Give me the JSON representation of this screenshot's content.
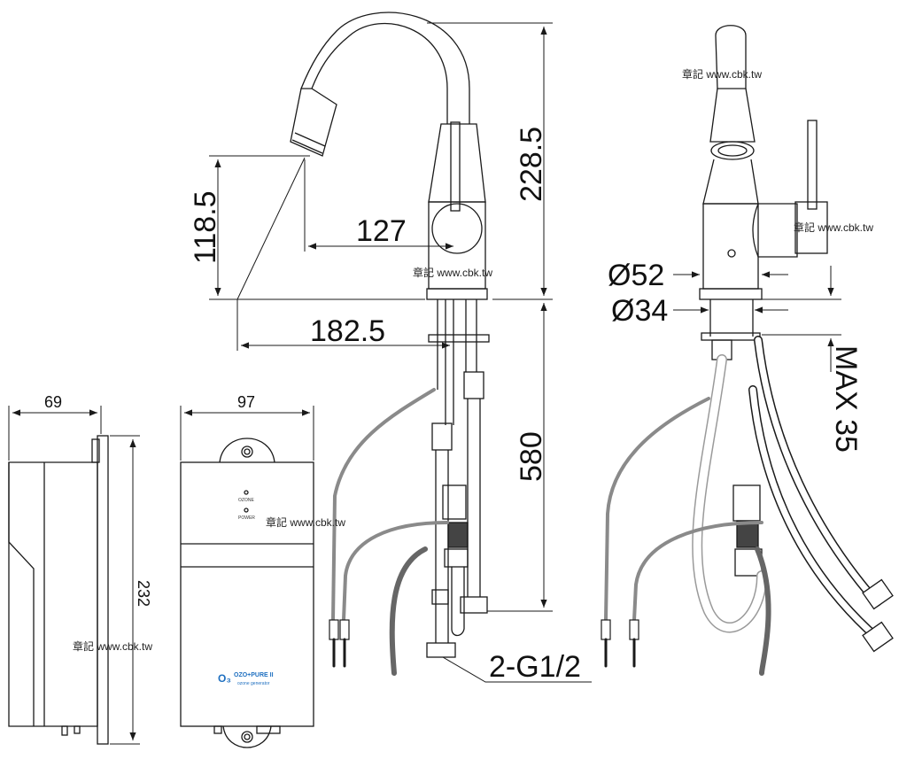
{
  "dimensions": {
    "height_228_5": "228.5",
    "spout_height": "118.5",
    "reach_127": "127",
    "reach_182_5": "182.5",
    "hose_580": "580",
    "dia_52": "Ø52",
    "dia_34": "Ø34",
    "max_35": "MAX 35",
    "thread": "2-G1/2",
    "box_depth": "69",
    "box_width": "97",
    "box_height": "232"
  },
  "box_labels": {
    "ozone": "OZONE",
    "power": "POWER",
    "brand": "OZO+PURE II",
    "brand_sub": "ozone generator",
    "logo": "O₃"
  },
  "watermark": "章記 www.cbk.tw",
  "colors": {
    "line": "#1a1a1a",
    "hose_gray": "#8a8a8a",
    "hose_dark": "#555555",
    "brand_blue": "#1e6fc0"
  }
}
